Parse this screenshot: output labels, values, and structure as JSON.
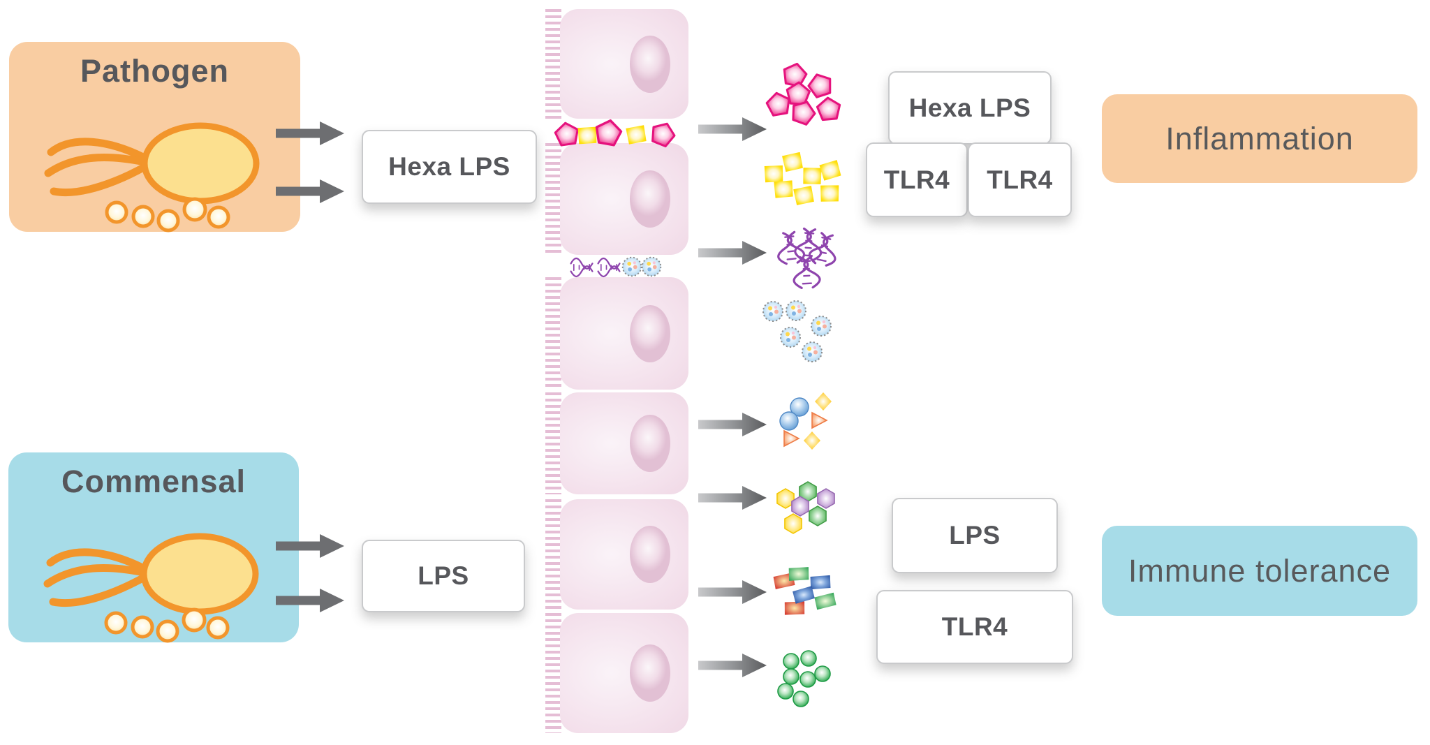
{
  "labels": {
    "pathogen": "Pathogen",
    "commensal": "Commensal",
    "hexa_lps_source": "Hexa LPS",
    "lps_source": "LPS",
    "hexa_lps_receptor": "Hexa LPS",
    "tlr4_receptor_left": "TLR4",
    "tlr4_receptor_right": "TLR4",
    "lps_receptor": "LPS",
    "tlr4_receptor_single": "TLR4",
    "inflammation": "Inflammation",
    "immune_tolerance": "Immune tolerance"
  },
  "colors": {
    "pathogen_panel_bg": "#F9CDA2",
    "commensal_panel_bg": "#A7DCE8",
    "inflammation_panel_bg": "#F9CDA2",
    "immune_tolerance_panel_bg": "#A7DCE8",
    "label_text": "#56575B",
    "arrow_gray": "#6D6E71",
    "bacterium_orange": "#F2952B",
    "bacterium_body_fill": "#FCE08F",
    "epithelium_pink": "#F2DCE8",
    "hexa_lps_pentagon_pink": "#EC1E79",
    "lps_square_yellow": "#FFD500",
    "dna_purple": "#8E44AD",
    "vesicle_blue": "#A9D3EF",
    "sphere_blue": "#5E9AD3",
    "triangle_orange": "#F0824F",
    "diamond_yellow": "#FFC20E",
    "hexagon_yellow": "#FFD520",
    "hexagon_purple": "#A87BC1",
    "hexagon_green": "#4BAE50",
    "tile_red": "#D93A30",
    "tile_green": "#2FA455",
    "tile_blue": "#2B57A5",
    "dot_green": "#27A84C"
  },
  "particle_clusters": [
    {
      "name": "pink-pentagon-cluster",
      "shape": "pentagon",
      "color": "#EC1E79",
      "count": 6
    },
    {
      "name": "yellow-square-cluster",
      "shape": "square",
      "color": "#FFD500",
      "count": 7
    },
    {
      "name": "purple-dna-cluster",
      "shape": "double-helix",
      "color": "#8E44AD",
      "count": 4
    },
    {
      "name": "blue-dotted-vesicle-cluster",
      "shape": "dotted-circle",
      "color": "#A9D3EF",
      "count": 5
    },
    {
      "name": "mixed-shape-cluster",
      "shapes": [
        "blue-circle",
        "orange-triangle",
        "yellow-diamond"
      ],
      "count": 6
    },
    {
      "name": "hexagon-cluster",
      "shapes": [
        "yellow-hexagon",
        "purple-hexagon",
        "green-hexagon"
      ],
      "count": 6
    },
    {
      "name": "colored-tile-cluster",
      "shapes": [
        "red-tile",
        "green-tile",
        "blue-tile"
      ],
      "count": 6
    },
    {
      "name": "green-dot-cluster",
      "shape": "circle",
      "color": "#27A84C",
      "count": 7
    }
  ],
  "junction_leak_rows": [
    {
      "name": "leak-row-pentagons-squares",
      "shapes": [
        "pentagon",
        "square",
        "pentagon",
        "square",
        "pentagon"
      ]
    },
    {
      "name": "leak-row-dna-vesicles",
      "shapes": [
        "double-helix",
        "double-helix",
        "dotted-circle",
        "dotted-circle"
      ]
    }
  ]
}
